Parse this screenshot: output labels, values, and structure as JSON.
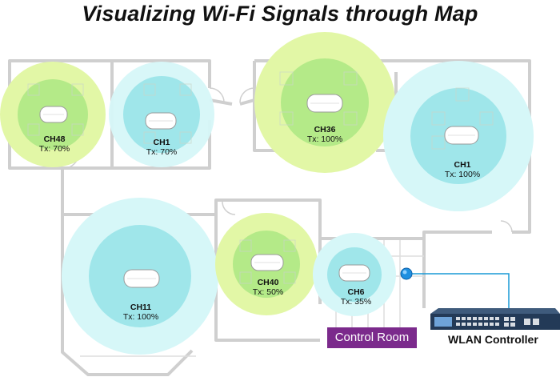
{
  "title": "Visualizing Wi-Fi Signals through Map",
  "access_points": [
    {
      "channel": "CH48",
      "tx": "Tx: 70%",
      "band": "green"
    },
    {
      "channel": "CH1",
      "tx": "Tx: 70%",
      "band": "cyan"
    },
    {
      "channel": "CH36",
      "tx": "Tx: 100%",
      "band": "green"
    },
    {
      "channel": "CH1",
      "tx": "Tx: 100%",
      "band": "cyan"
    },
    {
      "channel": "CH11",
      "tx": "Tx: 100%",
      "band": "cyan"
    },
    {
      "channel": "CH40",
      "tx": "Tx: 50%",
      "band": "green"
    },
    {
      "channel": "CH6",
      "tx": "Tx: 35%",
      "band": "cyan"
    }
  ],
  "control_room": "Control Room",
  "controller_label": "WLAN Controller",
  "colors": {
    "green_outer": "#e2f7a6",
    "green_inner": "#b4ea88",
    "cyan_outer": "#d6f7f8",
    "cyan_inner": "#9fe6ea",
    "wall": "#cfcfcf",
    "link": "#1a9ad6",
    "control_room_bg": "#7b2a8c"
  }
}
